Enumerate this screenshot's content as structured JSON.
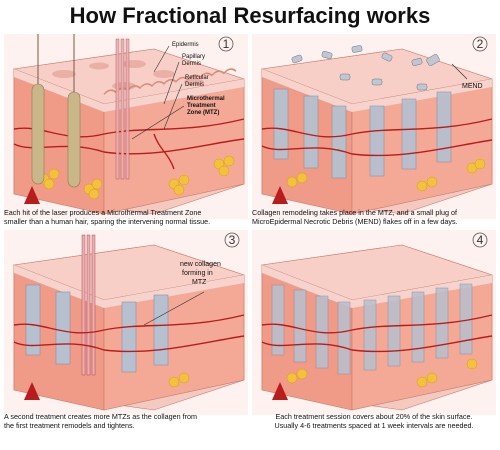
{
  "title": "How Fractional Resurfacing works",
  "panels": [
    {
      "number": "1",
      "labels": {
        "epidermis": "Epidermis",
        "papillary_1": "Papillary",
        "papillary_2": "Dermis",
        "reticular_1": "Reticular",
        "reticular_2": "Dermis",
        "mtz_1": "Microthermal",
        "mtz_2": "Treatment",
        "mtz_3": "Zone (MTZ)"
      },
      "caption_1": "Each hit of the laser produces a Microthermal Treatment Zone",
      "caption_2": "smaller than a human hair, sparing the intervening normal tissue."
    },
    {
      "number": "2",
      "labels": {
        "mend": "MEND"
      },
      "caption_1": "Collagen remodeling takes place in the MTZ, and a small plug of",
      "caption_2": "MicroEpidermal Necrotic Debris (MEND) flakes off in a few days."
    },
    {
      "number": "3",
      "labels": {
        "collagen_1": "new collagen",
        "collagen_2": "forming in",
        "collagen_3": "MTZ"
      },
      "caption_1": "A second treatment creates more MTZs as the collagen from",
      "caption_2": "the first treatment remodels and tightens."
    },
    {
      "number": "4",
      "caption_1": "Each treatment session covers about 20% of the skin surface.",
      "caption_2": "Usually 4-6 treatments spaced at 1 week intervals are needed."
    }
  ],
  "colors": {
    "skin_top": "#f2b8ae",
    "dermis": "#f09a88",
    "deep": "#e9806f",
    "fat": "#f4c23a",
    "vessel": "#b81d1d",
    "column": "#b7c0cf",
    "hair": "#c9b689"
  }
}
